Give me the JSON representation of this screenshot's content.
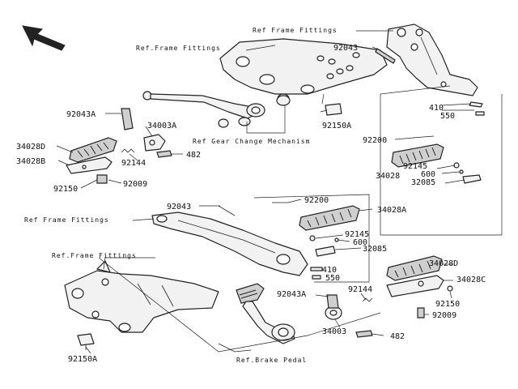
{
  "labels": {
    "l92043_top": "92043",
    "l92043a_left": "92043A",
    "l34003a": "34003A",
    "l34028d_left": "34028D",
    "l92144_left": "92144",
    "l482_top": "482",
    "l34028b": "34028B",
    "l92150_left": "92150",
    "l92009_left": "92009",
    "l92150a_top": "92150A",
    "l410_top": "410",
    "l550_top": "550",
    "l92200_top": "92200",
    "l92145_top": "92145",
    "l600_top": "600",
    "l34028_top": "34028",
    "l32085_top": "32085",
    "l92043_mid": "92043",
    "l92200_mid": "92200",
    "l34028a": "34028A",
    "l92145_mid": "92145",
    "l600_mid": "600",
    "l32085_mid": "32085",
    "l410_mid": "410",
    "l550_mid": "550",
    "l92043a_bot": "92043A",
    "l92144_bot": "92144",
    "l34003": "34003",
    "l482_bot": "482",
    "l34028d_right": "34028D",
    "l34028c": "34028C",
    "l92150_right": "92150",
    "l92009_right": "92009",
    "l92150a_bot": "92150A"
  },
  "refs": {
    "frame_top_right": "Ref Frame Fittings",
    "frame_top_left": "Ref.Frame Fittings",
    "gear_change": "Ref Gear Change Mechanism",
    "frame_mid": "Ref Frame Fittings",
    "frame_bottom": "Ref.Frame Fittings",
    "brake_pedal": "Ref.Brake Pedal"
  },
  "icons": {
    "direction": "front-direction-arrow-icon"
  }
}
